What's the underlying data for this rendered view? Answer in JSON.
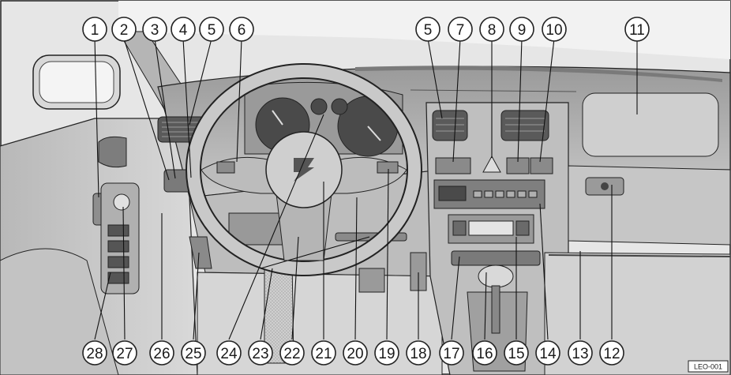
{
  "figure": {
    "code": "LEO-001",
    "top_callouts": [
      "1",
      "2",
      "3",
      "4",
      "5",
      "6",
      "5",
      "7",
      "8",
      "9",
      "10",
      "11"
    ],
    "bottom_callouts": [
      "28",
      "27",
      "26",
      "25",
      "24",
      "23",
      "22",
      "21",
      "20",
      "19",
      "18",
      "17",
      "16",
      "15",
      "14",
      "13",
      "12"
    ],
    "brand_emblem": "seat-s-logo",
    "colors": {
      "outline": "#222222",
      "body_light": "#d4d4d4",
      "body_mid": "#a9a9a9",
      "body_dark": "#6e6e6e",
      "callout_fill": "#ffffff"
    }
  }
}
